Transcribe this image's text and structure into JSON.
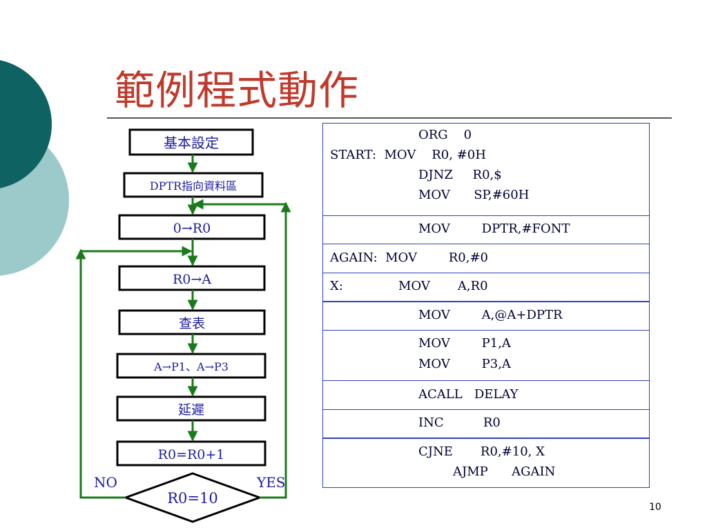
{
  "title": "範例程式動作",
  "page_number": "10",
  "colors": {
    "title": "#c0392b",
    "arrow": "#1a7a1a",
    "table_border": "#2e3fbf",
    "circle_dark": "#0e6362",
    "circle_light": "#9cc9c9"
  },
  "flowchart": {
    "steps": [
      "基本設定",
      "DPTR指向資料區",
      "0→R0",
      "R0→A",
      "查表",
      "A→P1、A→P3",
      "延遲",
      "R0=R0+1"
    ],
    "decision": "R0=10",
    "no_label": "NO",
    "yes_label": "YES"
  },
  "code_rows": [
    [
      "ORG    0",
      "START:  MOV    R0, #0H",
      "DJNZ     R0,$",
      "MOV      SP,#60H"
    ],
    [
      "MOV        DPTR,#FONT"
    ],
    [
      "AGAIN:  MOV        R0,#0"
    ],
    [
      "X:              MOV       A,R0"
    ],
    [
      "MOV        A,@A+DPTR"
    ],
    [
      "MOV        P1,A",
      "MOV        P3,A"
    ],
    [
      "ACALL   DELAY"
    ],
    [
      "INC          R0"
    ],
    [
      "CJNE       R0,#10, X",
      "AJMP      AGAIN"
    ]
  ]
}
